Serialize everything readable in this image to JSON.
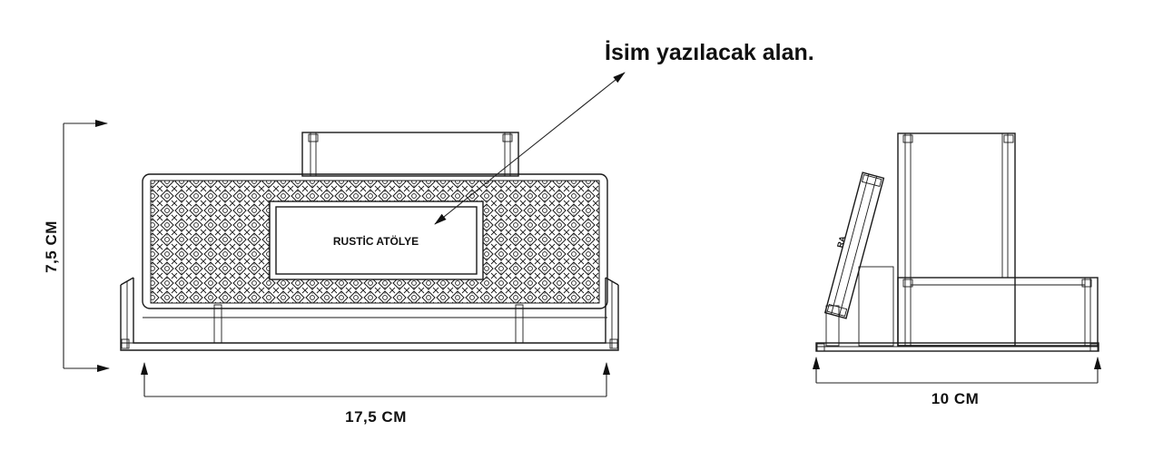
{
  "annotation": {
    "text": "İsim yazılacak alan."
  },
  "front_view": {
    "brand_text": "RUSTİC ATÖLYE",
    "width_label": "17,5 CM",
    "height_label": "7,5 CM"
  },
  "side_view": {
    "depth_label": "10 CM",
    "plate_text": "RA"
  },
  "colors": {
    "line": "#1a1a1a",
    "background": "#ffffff"
  }
}
